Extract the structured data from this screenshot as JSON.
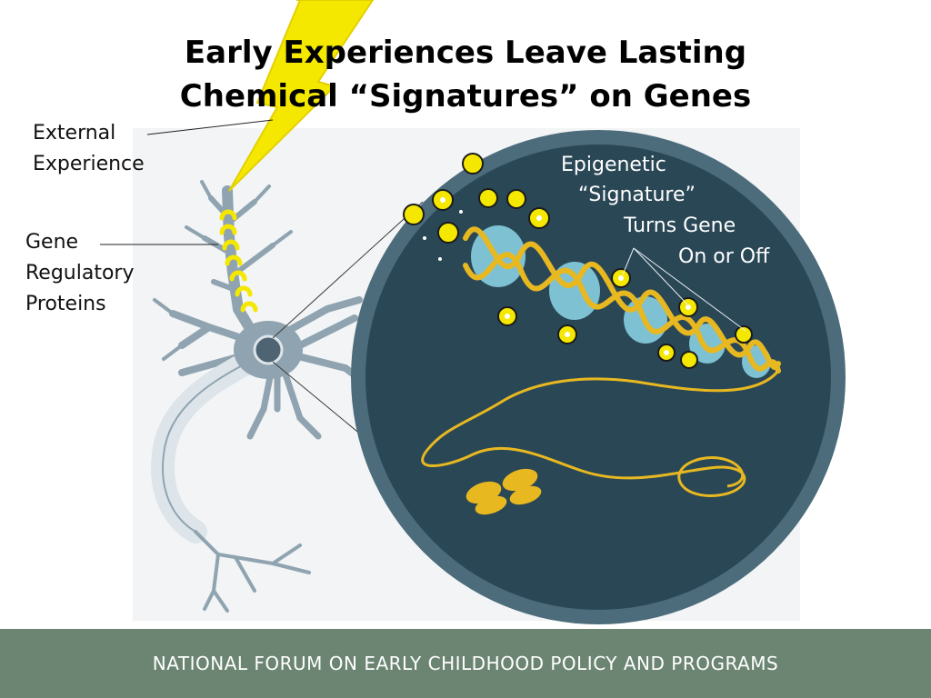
{
  "slide": {
    "title_line1": "Early Experiences Leave Lasting",
    "title_line2": "Chemical “Signatures” on Genes"
  },
  "labels": {
    "external": [
      "External",
      "Experience"
    ],
    "regulatory": [
      "Gene",
      "Regulatory",
      "Proteins"
    ],
    "epigenetic": [
      "Epigenetic",
      "“Signature”",
      "Turns Gene",
      "On or Off"
    ]
  },
  "footer": {
    "text": "NATIONAL FORUM ON EARLY CHILDHOOD POLICY AND PROGRAMS"
  },
  "colors": {
    "accent_yellow": "#f5e800",
    "dna_gold": "#e8b820",
    "nucleus_blue": "#2a4756",
    "neuron_gray": "#8fa4b0",
    "footer_green": "#6b8572"
  }
}
